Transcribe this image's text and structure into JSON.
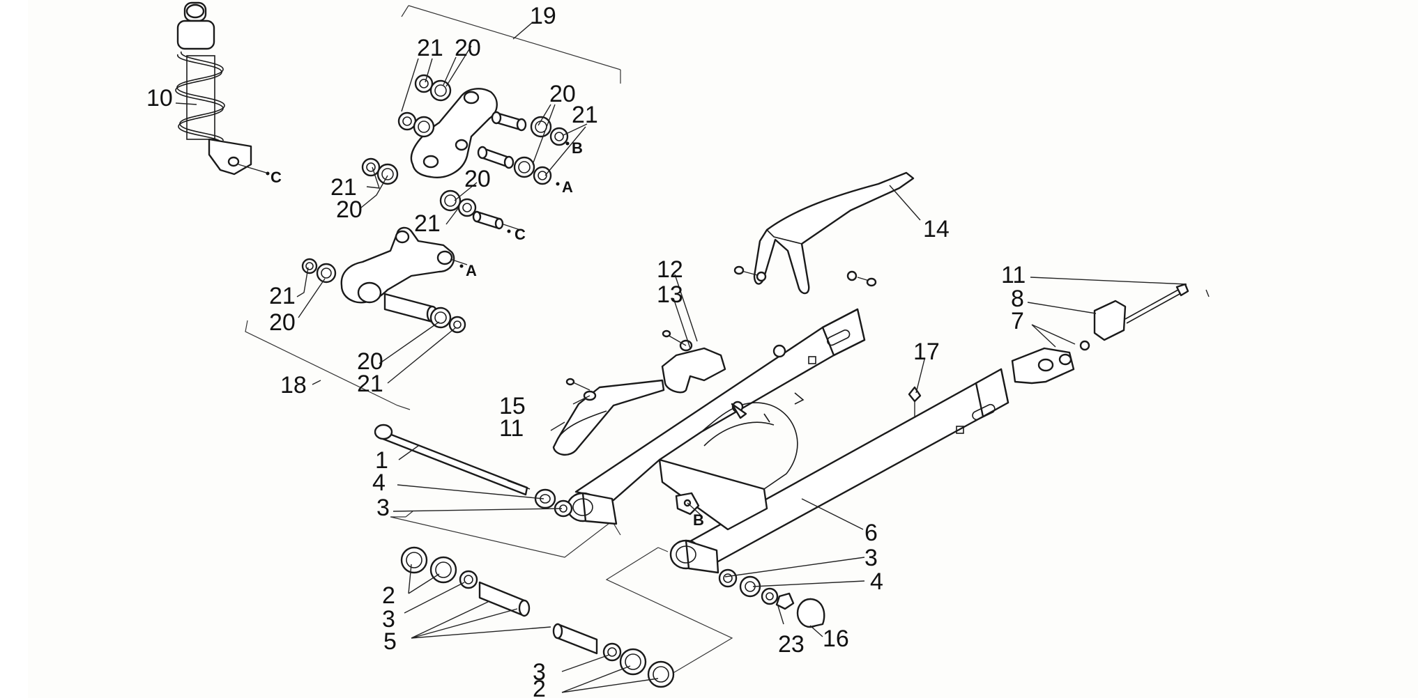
{
  "labels": {
    "n1": "1",
    "n2a": "2",
    "n2b": "2",
    "n3a": "3",
    "n3b": "3",
    "n3c": "3",
    "n3d": "3",
    "n4a": "4",
    "n4b": "4",
    "n5": "5",
    "n6": "6",
    "n7": "7",
    "n8": "8",
    "n10": "10",
    "n11a": "11",
    "n11b": "11",
    "n12": "12",
    "n13": "13",
    "n14": "14",
    "n15": "15",
    "n16": "16",
    "n17": "17",
    "n18": "18",
    "n19": "19",
    "n20a": "20",
    "n20b": "20",
    "n20c": "20",
    "n20d": "20",
    "n20e": "20",
    "n20f": "20",
    "n21a": "21",
    "n21b": "21",
    "n21c": "21",
    "n21d": "21",
    "n21e": "21",
    "n23": "23"
  },
  "refs": {
    "a1": "A",
    "a2": "A",
    "b1": "B",
    "b2": "B",
    "c1": "C",
    "c2": "C"
  }
}
